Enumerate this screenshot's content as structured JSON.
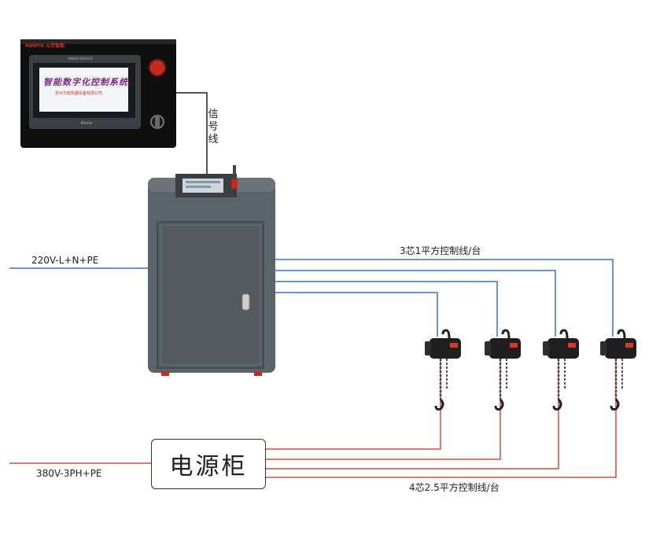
{
  "hmi": {
    "brand": "HUOYU 火宇智能",
    "subbrand": "ANSEN SERVICE",
    "screen_title": "智能数字化控制系统",
    "screen_subtitle": "苏州华能机器设备有限公司",
    "maker": "Kinco"
  },
  "labels": {
    "signal_line": "信号线",
    "input_220": "220V-L+N+PE",
    "input_380": "380V-3PH+PE",
    "control_3core": "3芯1平方控制线/台",
    "control_4core": "4芯2.5平方控制线/台"
  },
  "power_cabinet": {
    "label": "电源柜"
  },
  "hoists": {
    "count": 4
  },
  "colors": {
    "signal_wire": "#1e1e1e",
    "control_wire_blue": "#3d6fc8",
    "power_wire_red": "#e04a3a",
    "cabinet_body": "#5b646b",
    "hoist_body": "#1f1f1f",
    "hoist_accent": "#d23a2a"
  }
}
